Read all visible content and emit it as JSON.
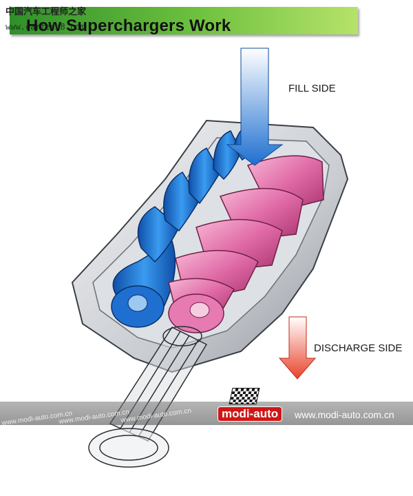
{
  "header": {
    "title": "How Superchargers Work",
    "watermark_cn": "中国汽车工程师之家",
    "watermark_url": "www.cartech8.com"
  },
  "labels": {
    "fill_side": "FILL SIDE",
    "discharge_side": "DISCHARGE SIDE"
  },
  "footer": {
    "brand": "modi-auto",
    "brand_url": "www.modi-auto.com.cn",
    "diag_1": "www.modi-auto.com.cn",
    "diag_2": "www.modi-auto.com.cn",
    "diag_3": "www.modi-auto.com.cn"
  },
  "colors": {
    "blue_rotor": "#2c7fd6",
    "pink_rotor": "#e06aa6",
    "housing": "#c9ccd1",
    "fill_arrow": "#1e6fd0",
    "discharge_arrow": "#e8432c",
    "banner_green": "#4fae33"
  }
}
